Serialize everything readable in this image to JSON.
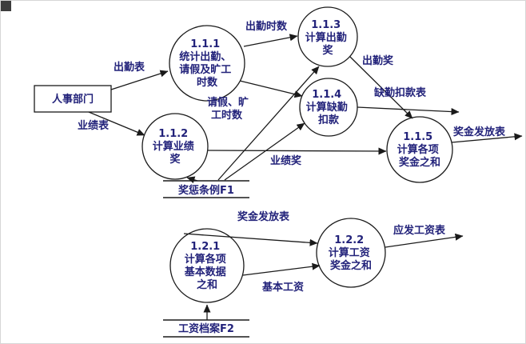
{
  "external_entity": {
    "label": "人事部门"
  },
  "processes": [
    {
      "id": "1.1.1",
      "lines": [
        "1.1.1",
        "统计出勤、",
        "请假及旷工",
        "时数"
      ]
    },
    {
      "id": "1.1.2",
      "lines": [
        "1.1.2",
        "计算业绩",
        "奖"
      ]
    },
    {
      "id": "1.1.3",
      "lines": [
        "1.1.3",
        "计算出勤",
        "奖"
      ]
    },
    {
      "id": "1.1.4",
      "lines": [
        "1.1.4",
        "计算缺勤",
        "扣款"
      ]
    },
    {
      "id": "1.1.5",
      "lines": [
        "1.1.5",
        "计算各项",
        "奖金之和"
      ]
    },
    {
      "id": "1.2.1",
      "lines": [
        "1.2.1",
        "计算各项",
        "基本数据",
        "之和"
      ]
    },
    {
      "id": "1.2.2",
      "lines": [
        "1.2.2",
        "计算工资",
        "奖金之和"
      ]
    }
  ],
  "data_stores": [
    {
      "label": "奖惩条例F1"
    },
    {
      "label": "工资档案F2"
    }
  ],
  "flow_labels": {
    "attendance_sheet": "出勤表",
    "performance_sheet": "业绩表",
    "attendance_hours": "出勤时数",
    "leave_absence_hours_line1": "请假、旷",
    "leave_absence_hours_line2": "工时数",
    "attendance_bonus": "出勤奖",
    "absence_deduction_sheet": "缺勤扣款表",
    "performance_bonus": "业绩奖",
    "bonus_payment_sheet_out": "奖金发放表",
    "bonus_payment_sheet_in": "奖金发放表",
    "base_salary": "基本工资",
    "payable_salary_sheet": "应发工资表"
  }
}
